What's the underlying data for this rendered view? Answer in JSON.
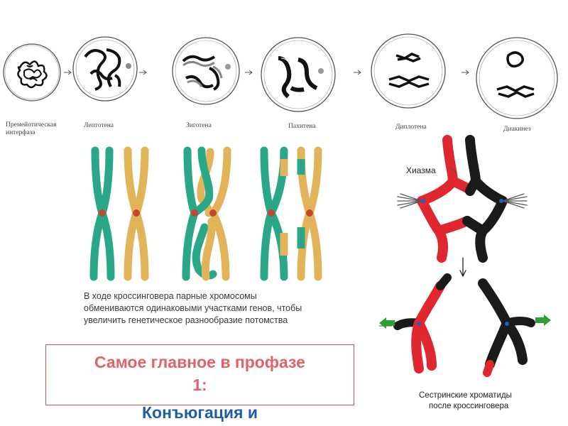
{
  "stages": [
    {
      "label_line1": "Премейотическая",
      "label_line2": "интерфаза"
    },
    {
      "label_line1": "Лептотена",
      "label_line2": ""
    },
    {
      "label_line1": "Зиготена",
      "label_line2": ""
    },
    {
      "label_line1": "Пахитена",
      "label_line2": ""
    },
    {
      "label_line1": "Диплотена",
      "label_line2": ""
    },
    {
      "label_line1": "Диакинез",
      "label_line2": ""
    }
  ],
  "caption": {
    "line1": "В ходе кроссинговера парные хромосомы",
    "line2": "обмениваются одинаковыми участками генов, чтобы",
    "line3": "увеличить генетическое разнообразие потомства"
  },
  "chiasma": {
    "label": "Хиазма",
    "bottom_line1": "Сестринские хроматиды",
    "bottom_line2": "после кроссинговера"
  },
  "summary": {
    "title_line1": "Самое главное в профазе",
    "title_line2": "1:",
    "subtitle": "Конъюгация и"
  },
  "colors": {
    "green": "#2aa787",
    "gold": "#e2b45a",
    "red": "#e0262e",
    "black": "#1a1a1a",
    "arrow_green": "#2d9e35",
    "centromere": "#c8442a",
    "summary_text": "#e0626b",
    "summary_sub": "#1e5fa3"
  }
}
